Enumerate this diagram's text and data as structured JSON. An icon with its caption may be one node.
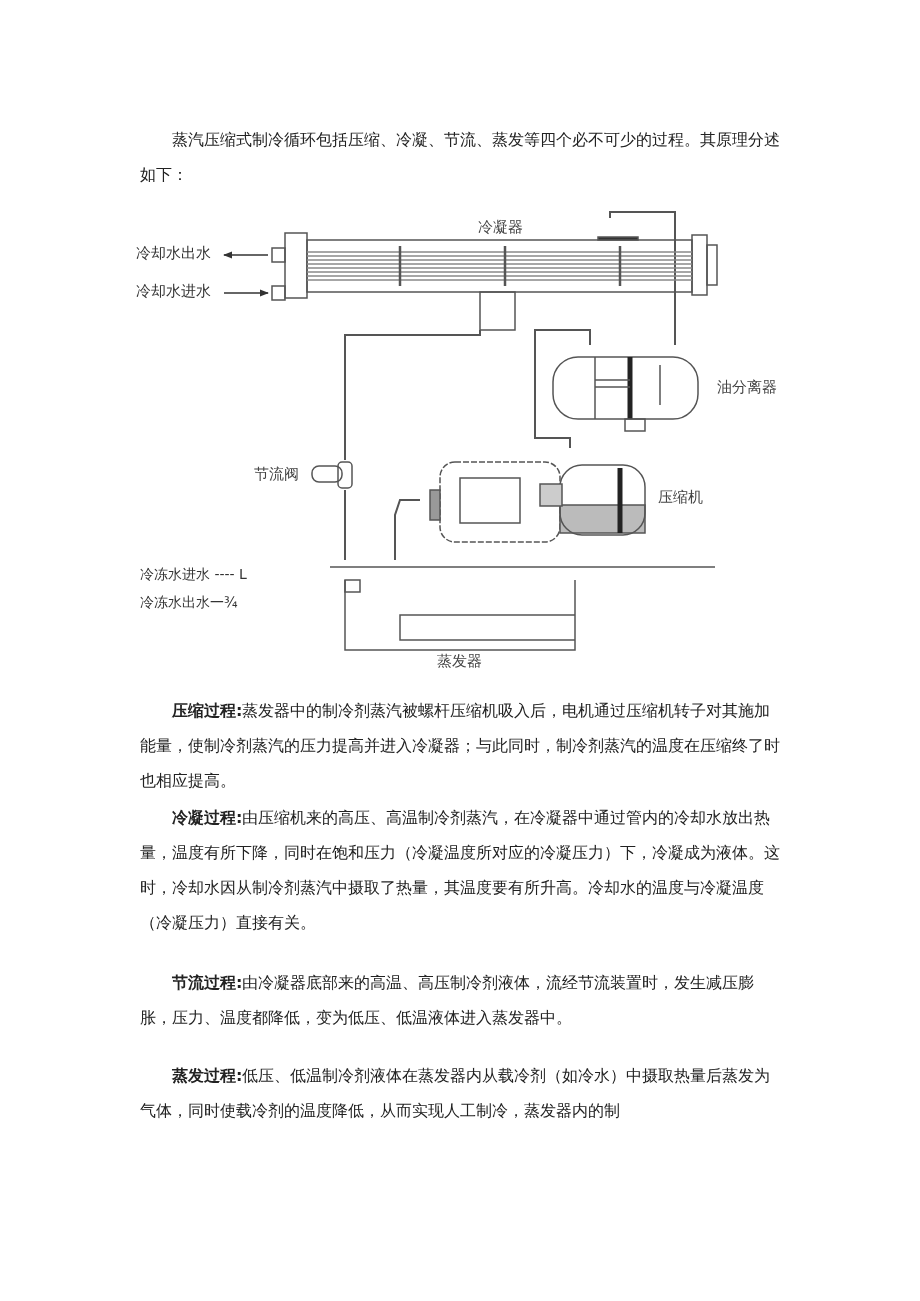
{
  "diagram": {
    "nodes": [
      {
        "text": [
          "冷凝器"
        ]
      },
      {
        "text": [
          "油分离器"
        ]
      },
      {
        "text": [
          "压缩机"
        ]
      },
      {
        "text": [
          "节流阀"
        ]
      },
      {
        "text": [
          "蒸发器"
        ]
      },
      {
        "text": [
          "冷却水出水"
        ]
      },
      {
        "text": [
          "冷却水进水"
        ]
      }
    ],
    "edges": [
      {
        "from": 0,
        "to": 5,
        "arrow": "to"
      },
      {
        "from": 6,
        "to": 0,
        "arrow": "to"
      },
      {
        "from": 0,
        "to": 3,
        "arrow": "none"
      },
      {
        "from": 3,
        "to": 4,
        "arrow": "none"
      },
      {
        "from": 4,
        "to": 2,
        "arrow": "none"
      },
      {
        "from": 2,
        "to": 1,
        "arrow": "none"
      },
      {
        "from": 1,
        "to": 0,
        "arrow": "none"
      }
    ],
    "labels": [
      "蒸汽压缩式制冷循环包括压缩、冷凝、节流、蒸发等四个必不可少的过程。其原理分述如下：",
      "冷冻水进水 ---- L",
      "冷冻水出水一¾",
      "**压缩过程:**蒸发器中的制冷剂蒸汽被螺杆压缩机吸入后，电机通过压缩机转子对其施加能量，使制冷剂蒸汽的压力提高并进入冷凝器；与此同时，制冷剂蒸汽的温度在压缩终了时也相应提高。",
      "**冷凝过程:**由压缩机来的高压、高温制冷剂蒸汽，在冷凝器中通过管内的冷却水放出热量，温度有所下降，同时在饱和压力（冷凝温度所对应的冷凝压力）下，冷凝成为液体。这时，冷却水因从制冷剂蒸汽中摄取了热量，其温度要有所升高。冷却水的温度与冷凝温度（冷凝压力）直接有关。",
      "**节流过程:**由冷凝器底部来的高温、高压制冷剂液体，流经节流装置时，发生减压膨胀，压力、温度都降低，变为低压、低温液体进入蒸发器中。",
      "**蒸发过程:**低压、低温制冷剂液体在蒸发器内从载冷剂（如冷水）中摄取热量后蒸发为气体，同时使载冷剂的温度降低，从而实现人工制冷，蒸发器内的制"
    ]
  }
}
